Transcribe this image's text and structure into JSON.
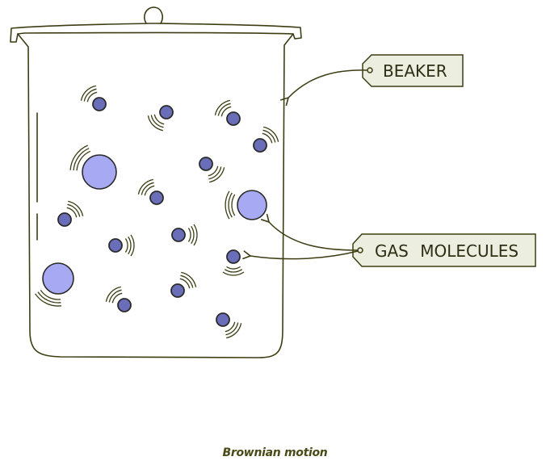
{
  "diagram": {
    "title": "Brownian motion",
    "labels": {
      "beaker": "BEAKER",
      "gas_molecules": "GAS MOLECULES"
    },
    "caption": "Brownian motion"
  },
  "colors": {
    "outline": "#3d3d14",
    "tag_fill": "#eceee0",
    "small_molecule": "#6a6eb8",
    "large_particle": "#a7aaf2",
    "caption": "#4a4a18"
  },
  "icons": {
    "beaker": "beaker-outline",
    "molecule_small": "filled-circle-with-motion-lines",
    "particle_large": "large-circle-with-motion-lines",
    "arrow": "curved-arrow"
  }
}
